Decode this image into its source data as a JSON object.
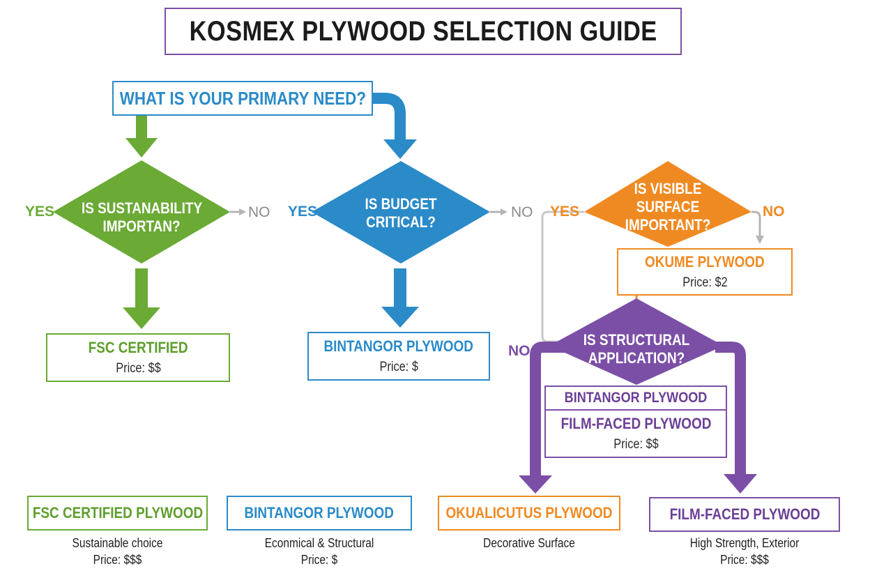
{
  "title": "KOSMEX PLYWOOD SELECTION GUIDE",
  "question": "WHAT IS YOUR PRIMARY NEED?",
  "diamonds": {
    "sustainability": {
      "line1": "IS SUSTANABILITY",
      "line2": "IMPORTAN?",
      "yes": "YES",
      "no": "NO"
    },
    "budget": {
      "line1": "IS BUDGET",
      "line2": "CRITICAL?",
      "yes": "YES",
      "no": "NO"
    },
    "surface": {
      "line1": "IS VISIBLE",
      "line2": "SURFACE",
      "line3": "IMPORTANT?",
      "yes": "YES",
      "no": "NO"
    },
    "structural": {
      "line1": "IS STRUCTURAL",
      "line2": "APPLICATION?",
      "no": "NO"
    }
  },
  "results": {
    "fsc": {
      "name": "FSC CERTIFIED",
      "price": "Price: $$"
    },
    "bintangor": {
      "name": "BINTANGOR PLYWOOD",
      "price": "Price: $"
    },
    "okume": {
      "name": "OKUME PLYWOOD",
      "price": "Price: $2"
    },
    "bintangor_purple": {
      "name": "BINTANGOR PLYWOOD"
    },
    "film_faced": {
      "name": "FILM-FACED PLYWOOD",
      "price": "Price: $$"
    }
  },
  "bottom": [
    {
      "name": "FSC CERTIFIED PLYWOOD",
      "desc": "Sustainable choice",
      "price": "Price: $$$"
    },
    {
      "name": "BINTANGOR PLYWOOD",
      "desc": "Econmical & Structural",
      "price": "Price: $"
    },
    {
      "name": "OKUALICUTUS PLYWOOD",
      "desc": "Decorative Surface",
      "price": ""
    },
    {
      "name": "FILM-FACED PLYWOOD",
      "desc": "High Strength, Exterior",
      "price": "Price: $$$"
    }
  ],
  "colors": {
    "green": "#6aaa35",
    "blue": "#2b8ac8",
    "orange": "#ef8a22",
    "purple": "#7b4fa6",
    "grey": "#b5b5b5"
  }
}
